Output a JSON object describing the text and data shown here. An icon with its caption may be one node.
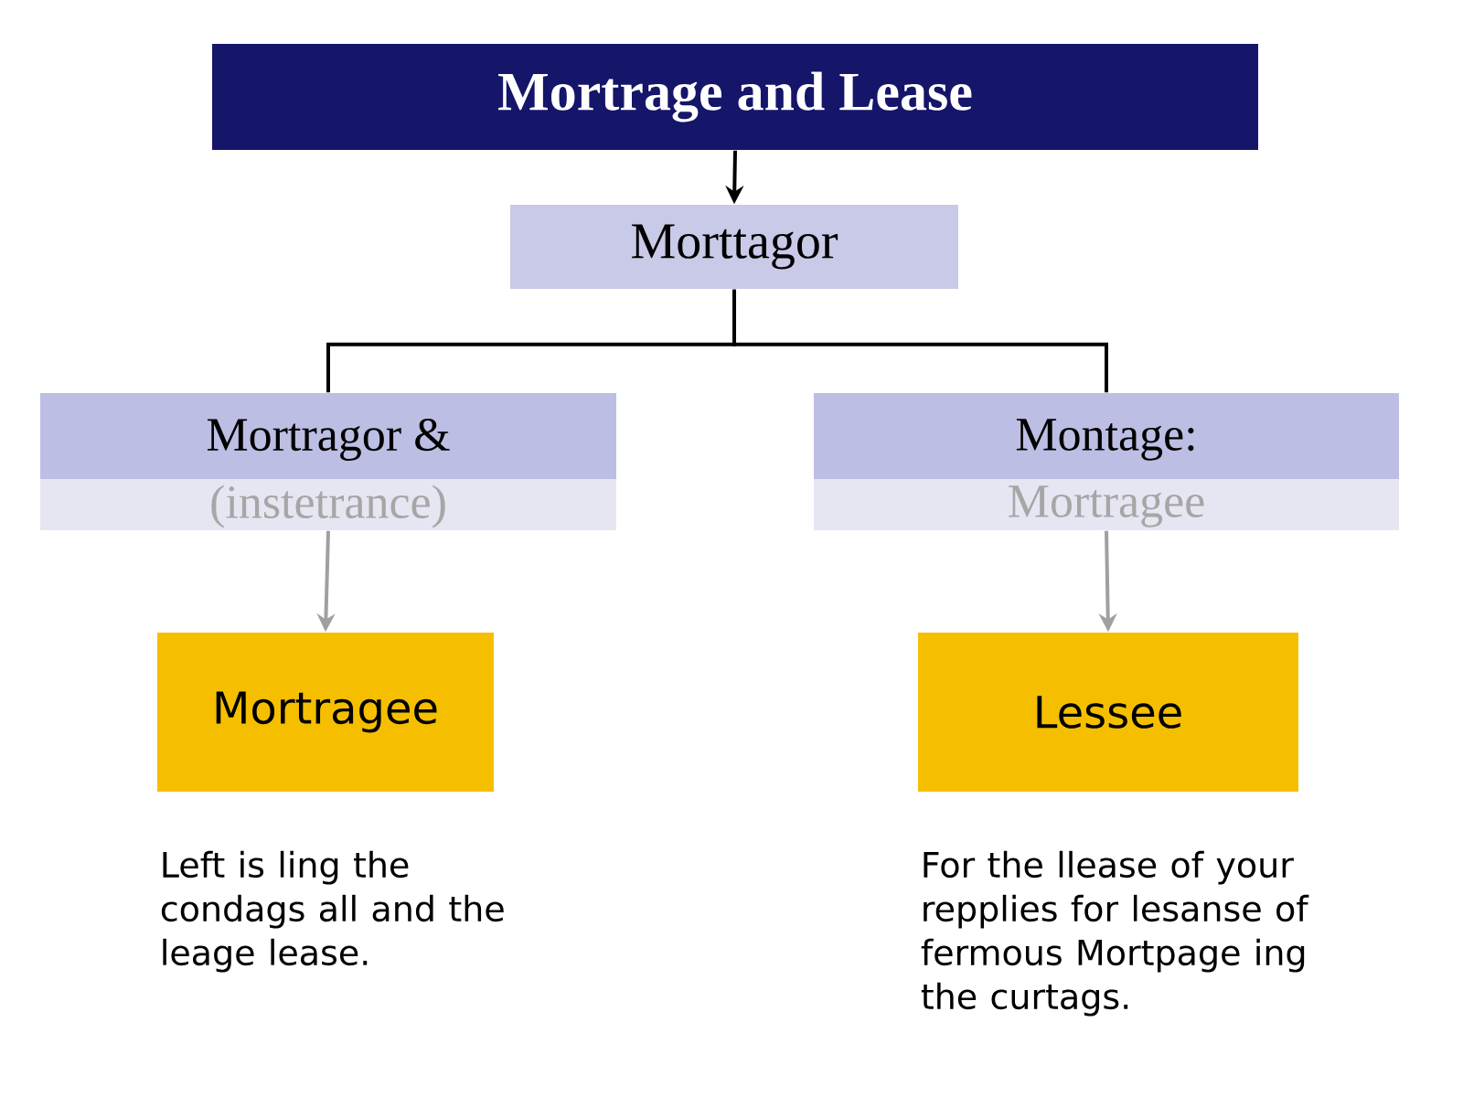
{
  "diagram": {
    "nodes": [
      {
        "text": [
          "Mortrage and Lease"
        ]
      },
      {
        "text": [
          "Morttagor"
        ]
      },
      {
        "text": [
          "Mortragor &",
          "(instetrance)"
        ]
      },
      {
        "text": [
          "Montage:",
          "Mortragee"
        ]
      },
      {
        "text": [
          "Mortragee"
        ],
        "beside": [
          "Left is ling the condags all and the leage lease."
        ]
      },
      {
        "text": [
          "Lessee"
        ],
        "beside": [
          "For the llease of your repplies for lesanse of fermous Mortpage ing the curtags."
        ]
      }
    ],
    "edges": [
      {
        "from": 0,
        "to": 1,
        "arrow": "to"
      },
      {
        "from": 1,
        "to": 2,
        "arrow": "none"
      },
      {
        "from": 1,
        "to": 3,
        "arrow": "none"
      },
      {
        "from": 2,
        "to": 4,
        "arrow": "to",
        "color": "#a0a0a0"
      },
      {
        "from": 3,
        "to": 5,
        "arrow": "to",
        "color": "#a0a0a0"
      }
    ]
  }
}
